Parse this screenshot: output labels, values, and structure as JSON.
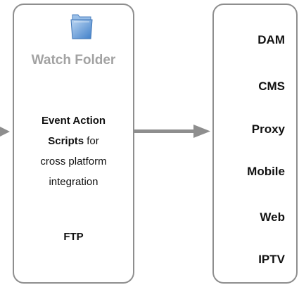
{
  "source": {
    "icon": "folder-icon",
    "title": "Watch Folder",
    "description": {
      "line1": "Event Action",
      "line2_bold": "Scripts",
      "line2_rest": " for",
      "line3": "cross platform",
      "line4": "integration"
    },
    "protocol": "FTP"
  },
  "targets": [
    "DAM",
    "CMS",
    "Proxy",
    "Mobile",
    "Web",
    "IPTV"
  ],
  "colors": {
    "box_border": "#8e8e8e",
    "arrow": "#8e8e8e",
    "muted_text": "#a2a2a2",
    "text": "#111111",
    "folder_blue": "#5b95d6"
  }
}
